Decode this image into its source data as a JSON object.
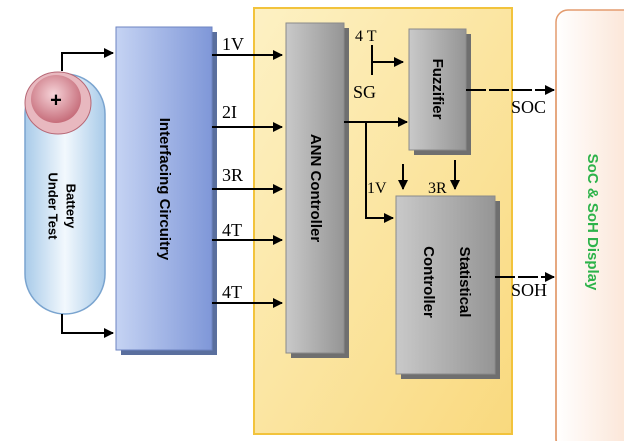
{
  "diagram": {
    "battery": {
      "plus_symbol": "+",
      "label_line1": "Battery",
      "label_line2": "Under Test"
    },
    "interfacing": {
      "label": "Interfacing Circuitry"
    },
    "ann": {
      "label": "ANN Controller"
    },
    "fuzzifier": {
      "label": "Fuzzifier"
    },
    "statistical": {
      "label_line1": "Statistical",
      "label_line2": "Controller"
    },
    "display": {
      "label": "SoC & SoH Display",
      "text_color": "#2db34a"
    },
    "signals": {
      "in1": "1V",
      "in2": "2I",
      "in3": "3R",
      "in4": "4T",
      "in5": "4T",
      "fuzz_t": "4 T",
      "sg": "SG",
      "stat_v": "1V",
      "stat_r": "3R",
      "soc": "SOC",
      "soh": "SOH"
    },
    "colors": {
      "panel_fill": "#fbe7a6",
      "panel_border": "#f2c33c",
      "interface_fill": "#8ea3dd",
      "controller_fill": "#a2a2a2",
      "display_border": "#e39b6e",
      "battery_fill": "#d7e9f7",
      "battery_cap": "#d98a94"
    }
  }
}
